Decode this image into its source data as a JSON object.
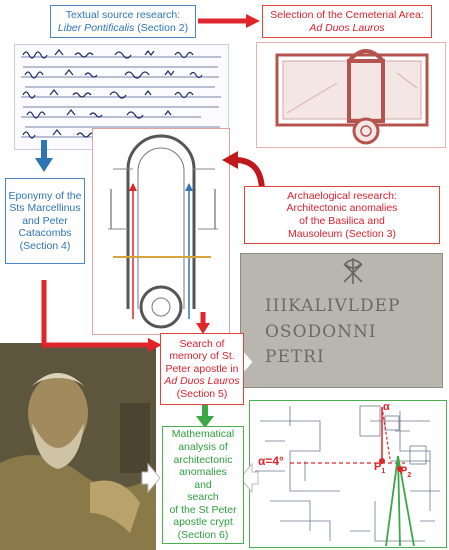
{
  "boxes": {
    "textual": {
      "line1": "Textual source research:",
      "line2_italic": "Liber Pontificalis",
      "line2_rest": " (Section 2)"
    },
    "cemeterial": {
      "line1": "Selection of the Cemeterial Area:",
      "line2_italic": "Ad Duos Lauros"
    },
    "eponymy": {
      "lines": [
        "Eponymy of the",
        "Sts Marcellinus",
        "and Peter",
        "Catacombs",
        "(Section 4)"
      ]
    },
    "archaeological": {
      "lines": [
        "Archaelogical  research:",
        "Architectonic anomalies",
        "of the Basilica and",
        "Mausoleum (Section 3)"
      ]
    },
    "search": {
      "lines": [
        "Search of",
        "memory of St.",
        "Peter apostle in"
      ],
      "italic": "Ad Duos Lauros",
      "last": "(Section 5)"
    },
    "math": {
      "lines": [
        "Mathematical",
        "analysis of",
        "architectonic",
        "anomalies",
        "and",
        "search",
        "of the St Peter",
        "apostle crypt",
        "(Section 6)"
      ]
    }
  },
  "inscription": {
    "lines": [
      "IIIKALIVLDEP",
      "OSODONNI",
      "PETRI"
    ]
  },
  "map_labels": {
    "alpha": "α=4°",
    "alpha_small": "α",
    "p1": "P",
    "p2": "P",
    "sub1": "1",
    "sub2": "2"
  },
  "colors": {
    "blue": "#2e75b6",
    "red": "#e0262b",
    "green": "#3aa845"
  }
}
